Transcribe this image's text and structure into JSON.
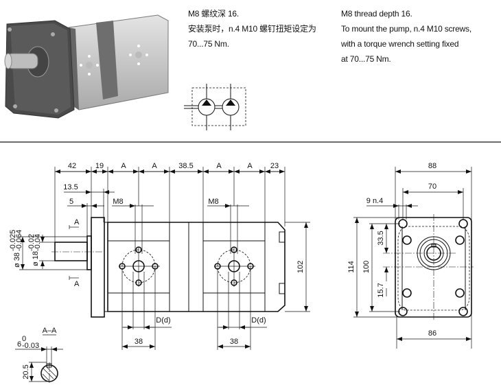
{
  "notes_cn": [
    "M8 螺纹深 16.",
    "安装泵时，n.4 M10 螺钉扭矩设定为",
    "70...75 Nm."
  ],
  "notes_en": [
    "M8 thread depth 16.",
    "To mount the pump, n.4 M10 screws,",
    "with a torque wrench setting fixed",
    "at 70...75 Nm."
  ],
  "side_view": {
    "top_dims": [
      "42",
      "19",
      "A",
      "A",
      "38.5",
      "A",
      "A",
      "23"
    ],
    "dim_13_5": "13.5",
    "dim_5": "5",
    "thread_left": "M8",
    "thread_right": "M8",
    "section_mark_top": "A",
    "section_mark_bottom": "A",
    "dia_38": "ø 38",
    "dia_38_tol_upper": "-0.025",
    "dia_38_tol_lower": "-0.064",
    "dia_18": "ø 18",
    "dia_18_tol_upper": "-0.02",
    "dia_18_tol_lower": "-0.04",
    "height_102": "102",
    "port_left_label": "D(d)",
    "port_right_label": "D(d)",
    "port_left_width": "38",
    "port_right_width": "38"
  },
  "section": {
    "title": "A–A",
    "key_width": "6",
    "key_tol_upper": "0",
    "key_tol_lower": "-0.03",
    "key_height": "20.5"
  },
  "front_view": {
    "width_88": "88",
    "width_70": "70",
    "holes": "9 n.4",
    "height_114": "114",
    "height_100": "100",
    "dim_33_5": "33.5",
    "dim_15_7": "15.7",
    "width_86": "86"
  }
}
